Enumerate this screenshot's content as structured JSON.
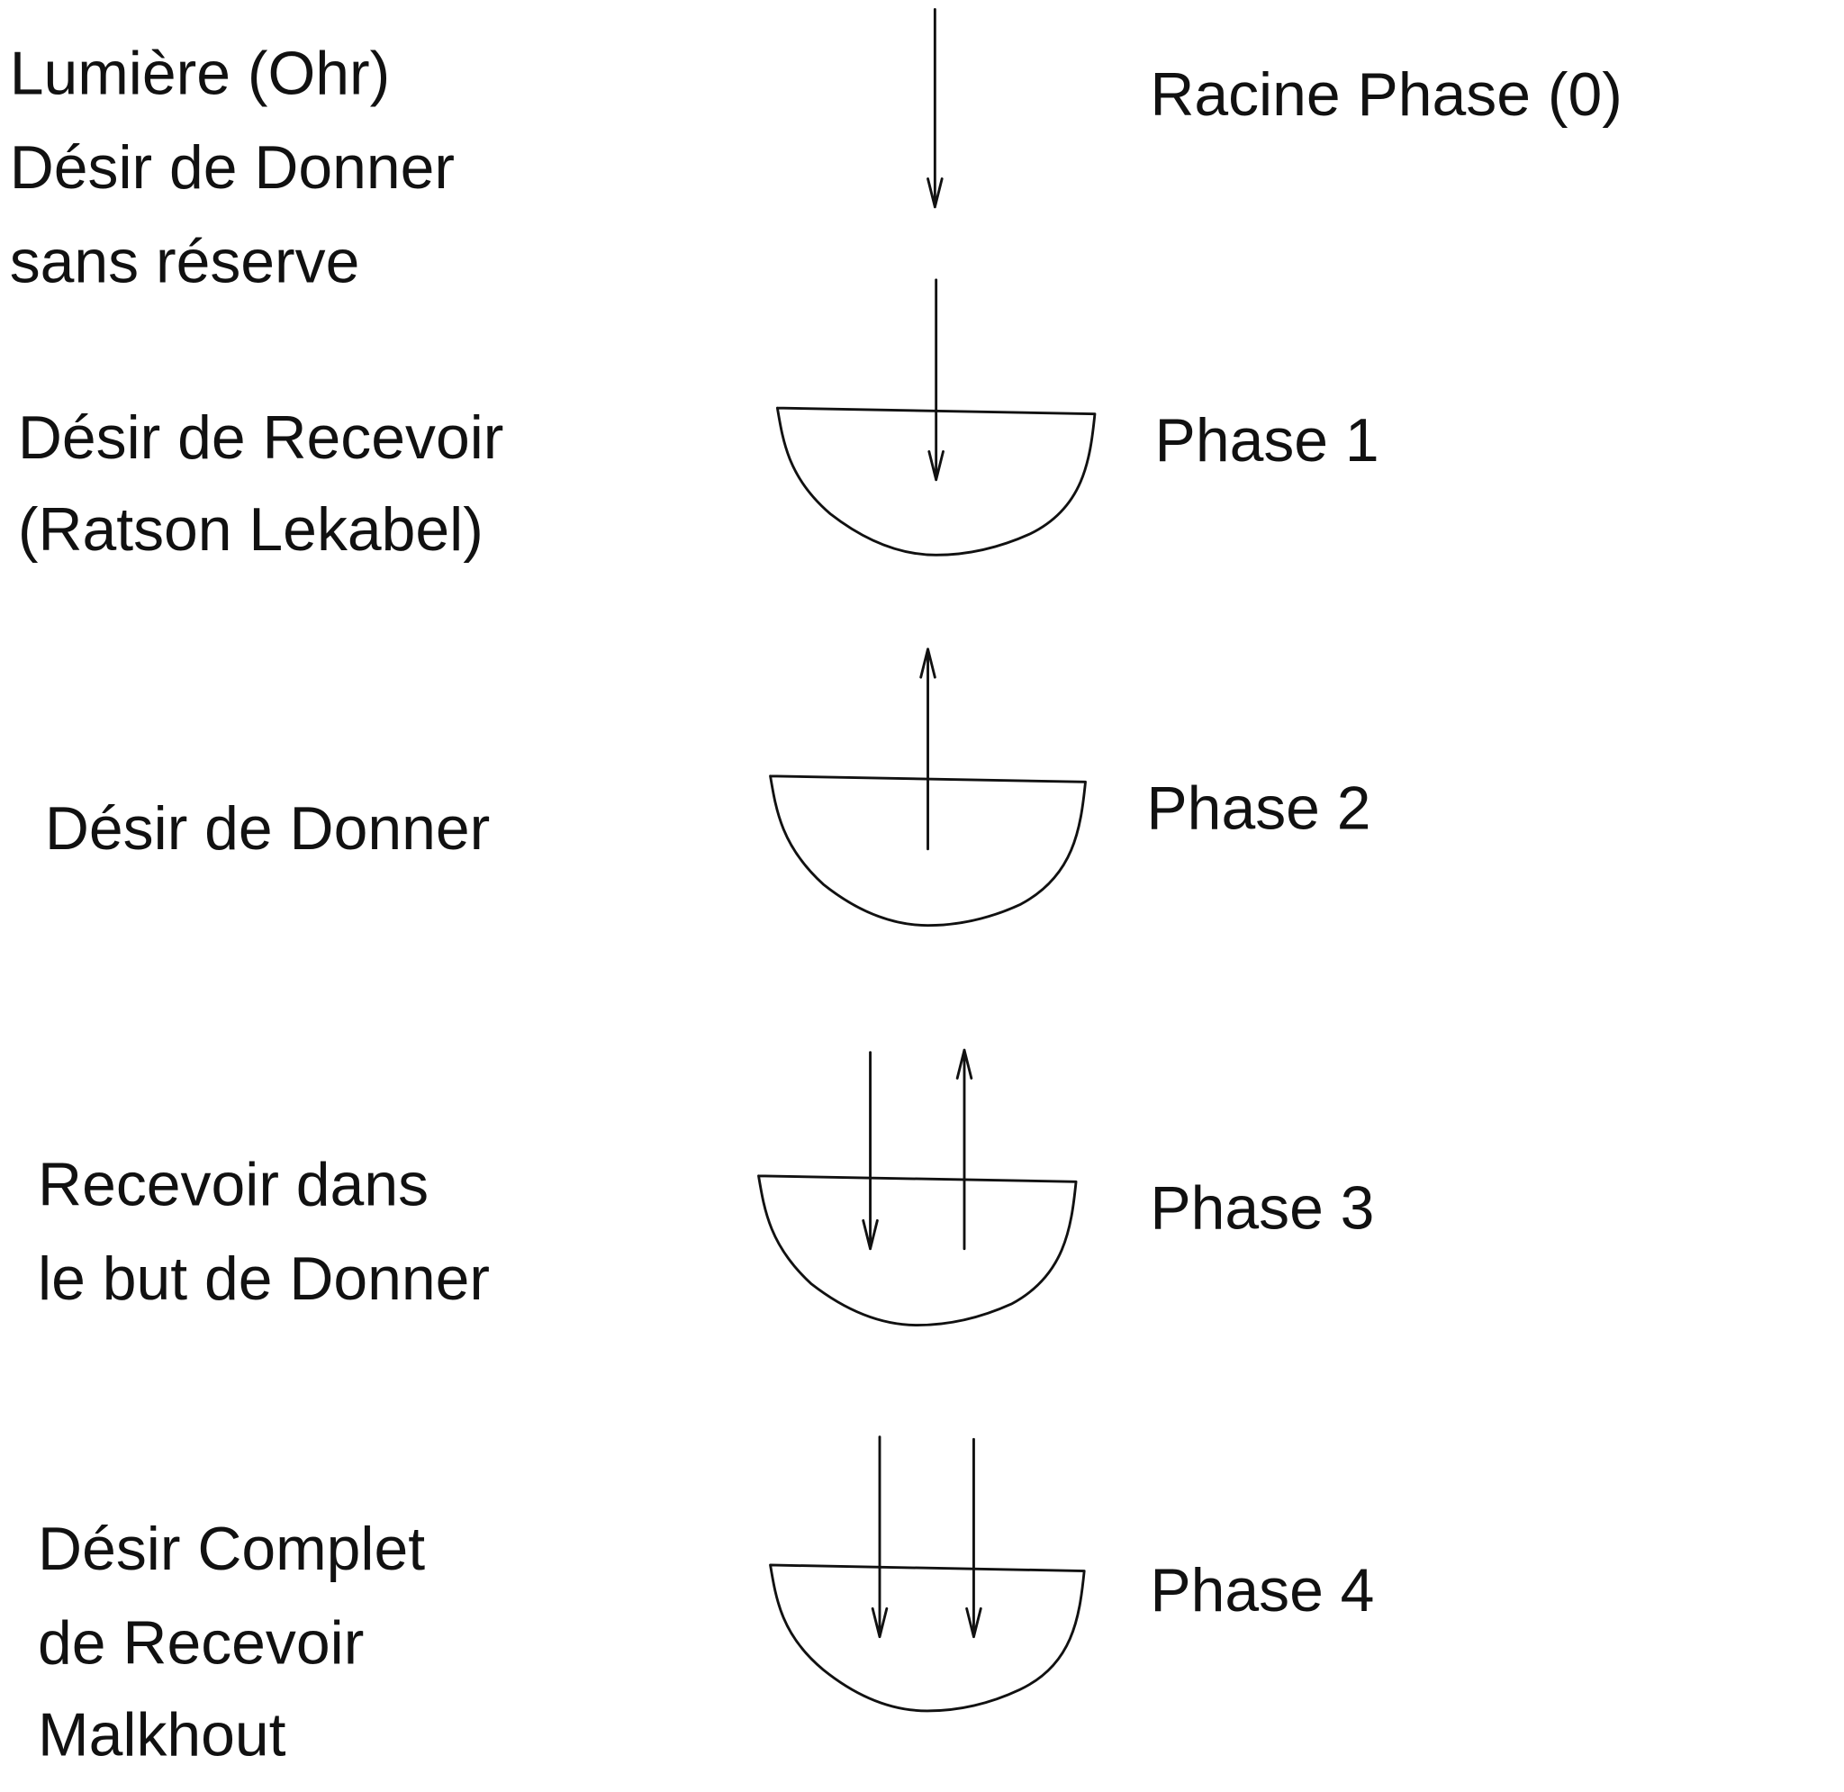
{
  "left_labels": {
    "phase0": [
      "Lumière (Ohr)",
      "Désir de Donner",
      "sans réserve"
    ],
    "phase1": [
      "Désir de Recevoir",
      "(Ratson Lekabel)"
    ],
    "phase2": [
      "Désir de Donner"
    ],
    "phase3": [
      "Recevoir dans",
      "le but de Donner"
    ],
    "phase4": [
      "Désir Complet",
      "de Recevoir",
      "Malkhout"
    ]
  },
  "right_labels": {
    "phase0": "Racine Phase (0)",
    "phase1": "Phase 1",
    "phase2": "Phase 2",
    "phase3": "Phase 3",
    "phase4": "Phase 4"
  }
}
